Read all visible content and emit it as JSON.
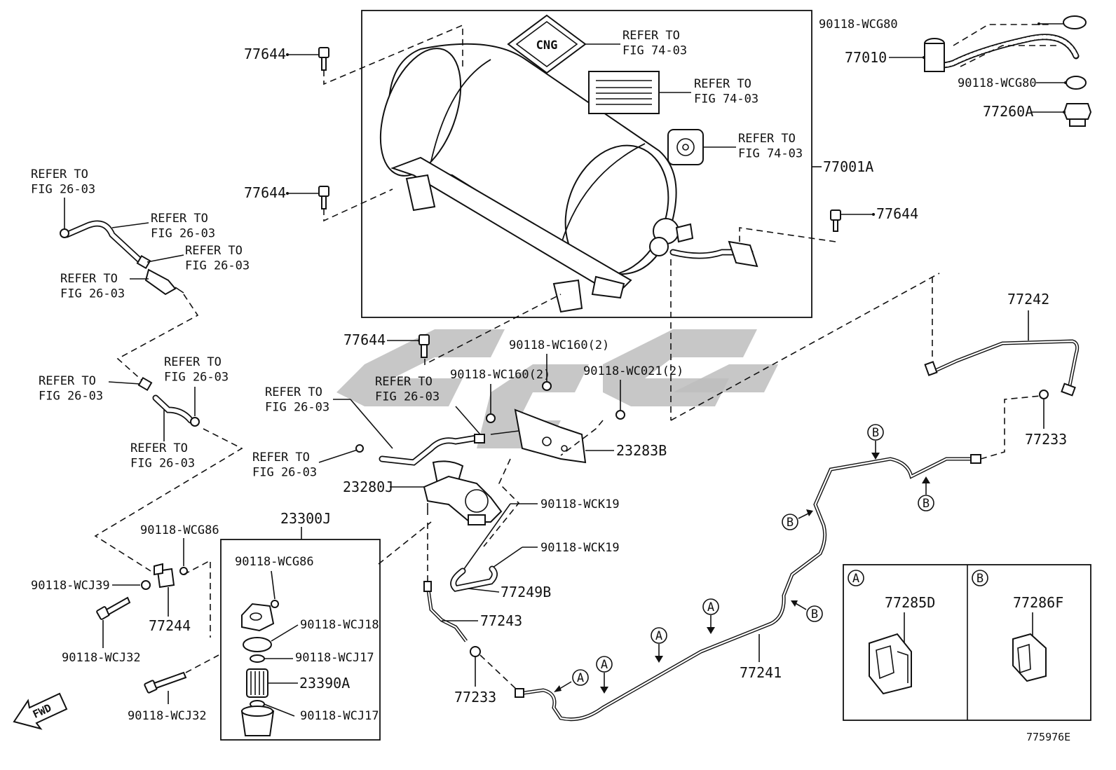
{
  "refer": {
    "fig_74_03": "REFER TO\nFIG 74-03",
    "fig_26_03": "REFER TO\nFIG 26-03"
  },
  "parts": {
    "p77644": "77644",
    "p90118_wcg80": "90118-WCG80",
    "p77010": "77010",
    "p77260a": "77260A",
    "p77001a": "77001A",
    "p77242": "77242",
    "p77233": "77233",
    "p23283b": "23283B",
    "p90118_wc160": "90118-WC160(2)",
    "p90118_wc021": "90118-WC021(2)",
    "p23280j": "23280J",
    "p90118_wck19": "90118-WCK19",
    "p77249b": "77249B",
    "p77243": "77243",
    "p23300j": "23300J",
    "p90118_wcg86": "90118-WCG86",
    "p90118_wcj39": "90118-WCJ39",
    "p77244": "77244",
    "p90118_wcj32": "90118-WCJ32",
    "p90118_wcj18": "90118-WCJ18",
    "p90118_wcj17": "90118-WCJ17",
    "p23390a": "23390A",
    "p77241": "77241",
    "p77285d": "77285D",
    "p77286f": "77286F"
  },
  "markers": {
    "a": "A",
    "b": "B"
  },
  "cng_sign": "CNG",
  "fwd": "FWD",
  "diagram_id": "775976E",
  "colors": {
    "ink": "#111111",
    "watermark": "#bdbdbd",
    "background": "#ffffff"
  }
}
